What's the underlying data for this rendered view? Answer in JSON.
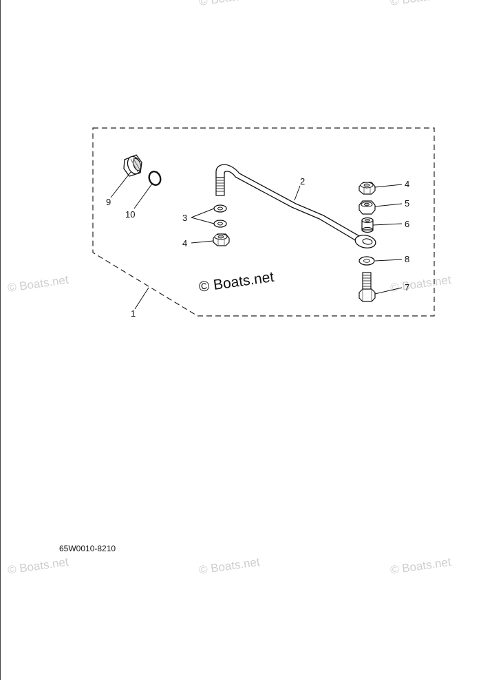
{
  "callouts": {
    "c1": "1",
    "c2": "2",
    "c3": "3",
    "c4a": "4",
    "c4b": "4",
    "c5": "5",
    "c6": "6",
    "c7": "7",
    "c8": "8",
    "c9": "9",
    "c10": "10"
  },
  "watermark": {
    "main": "© Boats.net",
    "faint": "© Boats.net"
  },
  "diagram_code": "65W0010-8210"
}
